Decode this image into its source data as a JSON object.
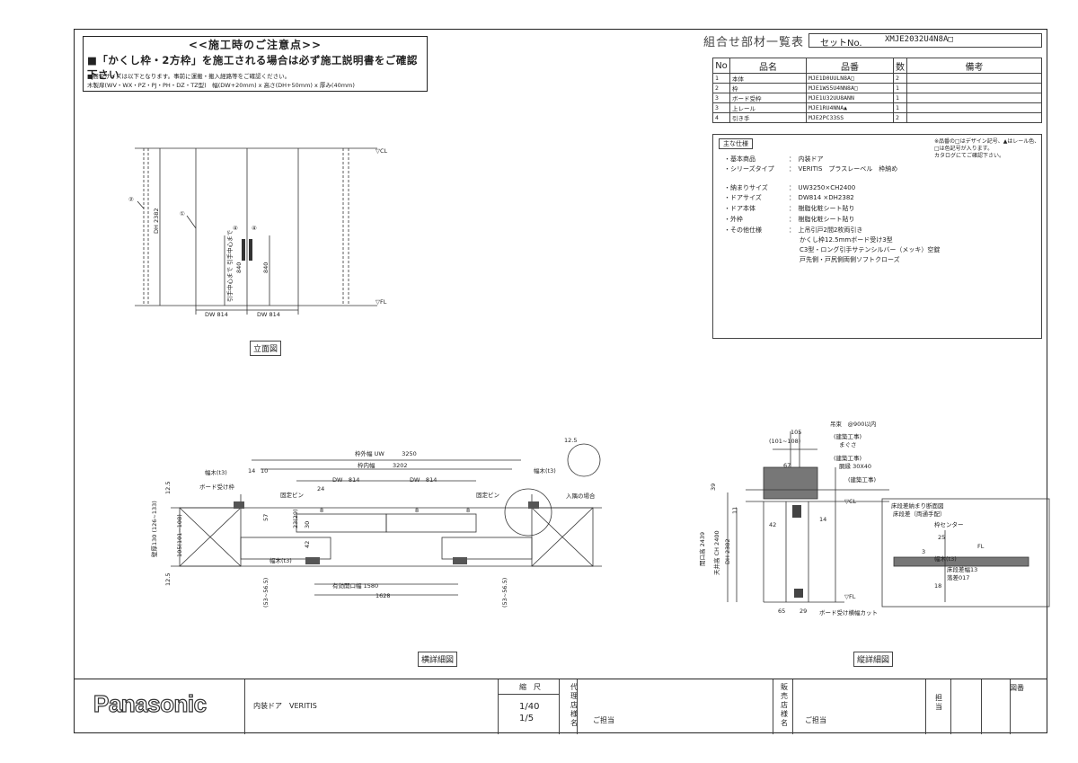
{
  "notes": {
    "title": "<<施工時のご注意点>>",
    "warning": "■「かくし枠・2方枠」を施工される場合は必ず施工説明書をご確認下さい",
    "line1": "■梱包サイズは以下となります。事前に運搬・搬入経路等をご確認ください。",
    "line2": "木製扉(WV・WX・PZ・PJ・PH・DZ・TZ型)　幅(DW+20mm) x 高さ(DH+50mm) x 厚み(40mm)"
  },
  "header": {
    "title": "組合せ部材一覧表",
    "set_label": "セットNo.",
    "set_no": "XMJE2032U4N8A□"
  },
  "parts_table": {
    "headers": [
      "No",
      "品名",
      "品番",
      "数",
      "備考"
    ],
    "rows": [
      {
        "no": "1",
        "name": "本体",
        "code": "MJE1D0UULN8A□",
        "qty": "2",
        "note": ""
      },
      {
        "no": "2",
        "name": "枠",
        "code": "MJE1WS5U4NN8A□",
        "qty": "1",
        "note": ""
      },
      {
        "no": "3",
        "name": "ボード受枠",
        "code": "MJE1U32UU8ANN",
        "qty": "1",
        "note": ""
      },
      {
        "no": "3",
        "name": "上レール",
        "code": "MJE1RU4NNA▲",
        "qty": "1",
        "note": ""
      },
      {
        "no": "4",
        "name": "引き手",
        "code": "MJE2PC33SS",
        "qty": "2",
        "note": ""
      }
    ]
  },
  "spec": {
    "tag": "主な仕様",
    "note1": "※品番の□はデザイン記号、▲はレール色、",
    "note2": "□は色記号が入ります。",
    "note3": "カタログにてご確認下さい。",
    "rows": [
      {
        "k": "・基本商品",
        "v": "：　内装ドア"
      },
      {
        "k": "・シリーズタイプ",
        "v": "：　VERITIS　プラスレーベル　枠納め"
      },
      {
        "k": "・納まりサイズ",
        "v": "：　UW3250×CH2400"
      },
      {
        "k": "・ドアサイズ",
        "v": "：　DW814 ×DH2382"
      },
      {
        "k": "・ドア本体",
        "v": "：　樹脂化粧シート貼り"
      },
      {
        "k": "・外枠",
        "v": "：　樹脂化粧シート貼り"
      },
      {
        "k": "・その他仕様",
        "v": "：　上吊引戸2間2枚両引き"
      },
      {
        "k": "",
        "v": "かくし枠12.5mmボード受け3型"
      },
      {
        "k": "",
        "v": "C3型・ロング引手サテンシルバー（メッキ）空錠"
      },
      {
        "k": "",
        "v": "戸先側・戸尻側両側ソフトクローズ"
      }
    ]
  },
  "elevation": {
    "label": "立面図",
    "cl": "▽CL",
    "fl": "▽FL",
    "dh": "DH 2382",
    "dw1": "DW 814",
    "dw2": "DW 814",
    "h840a": "840",
    "h840b": "840",
    "handle_note": "引手中心まで 引手中心まで",
    "m1": "①",
    "m2": "②",
    "m4a": "④",
    "m4b": "④"
  },
  "plan": {
    "label": "横詳細図",
    "uw": "枠外幅 UW　　　3250",
    "inner": "枠内幅　　　3202",
    "dw1": "DW　814",
    "dw2": "DW　814",
    "open_width": "有効開口幅 1580",
    "w1628": "1628",
    "haba_l": "幅木(t3)",
    "haba_r": "幅木(t3)",
    "board": "ボード受け枠",
    "pin_l": "固定ピン",
    "pin_r": "固定ピン",
    "haba_b": "幅木(t3)",
    "irizumi": "入隅の場合",
    "wall": "壁厚130 (126~133)",
    "wall2": "105(101~108)",
    "d125a": "12.5",
    "d125b": "12.5",
    "d125c": "12.5",
    "d14": "14",
    "d10": "10",
    "d24": "24",
    "d57": "57",
    "d23": "23(29)",
    "d30": "30",
    "d42": "42",
    "d5356a": "(53~56.5)",
    "d5356b": "(53~56.5)",
    "d8a": "8",
    "d8b": "8",
    "d8c": "8"
  },
  "section": {
    "label": "縦詳細図",
    "hanger": "吊束　@900以内",
    "d105": "105",
    "d101": "(101~108)",
    "kenchiku1": "(建築工事)",
    "kenchiku1b": "まぐさ",
    "kenchiku2": "(建築工事)",
    "kenchiku2b": "胴縁 30X40",
    "kenchiku3": "(建築工事)",
    "d67": "67",
    "d39": "39",
    "d11": "11",
    "d42": "42",
    "d14": "14",
    "d65": "65",
    "d29": "29",
    "cl": "▽CL",
    "fl": "▽FL",
    "h2439": "開口高 2439",
    "ch": "天井高 CH 2400",
    "dh": "DH 2382",
    "cut": "ボード受け横幅カット",
    "detail_title1": "床段差納まり断面図",
    "detail_title2": "床段差（両通手配）",
    "center": "枠センター",
    "d3": "3",
    "d25": "25",
    "d18": "18",
    "haba": "幅木(t3)",
    "fl2": "FL",
    "kanagu": "床段差幅13",
    "ochi": "落差017"
  },
  "title_block": {
    "logo": "Panasonic",
    "product": "内装ドア　VERITIS",
    "scale_label": "縮　尺",
    "scale1": "1/40",
    "scale2": "1/5",
    "dealer_label": "代理店様名",
    "dealer_value": "ご担当",
    "shop_label": "販売店様名",
    "shop_value": "ご担当",
    "tanto_label": "担当",
    "zuban_label": "図番"
  }
}
